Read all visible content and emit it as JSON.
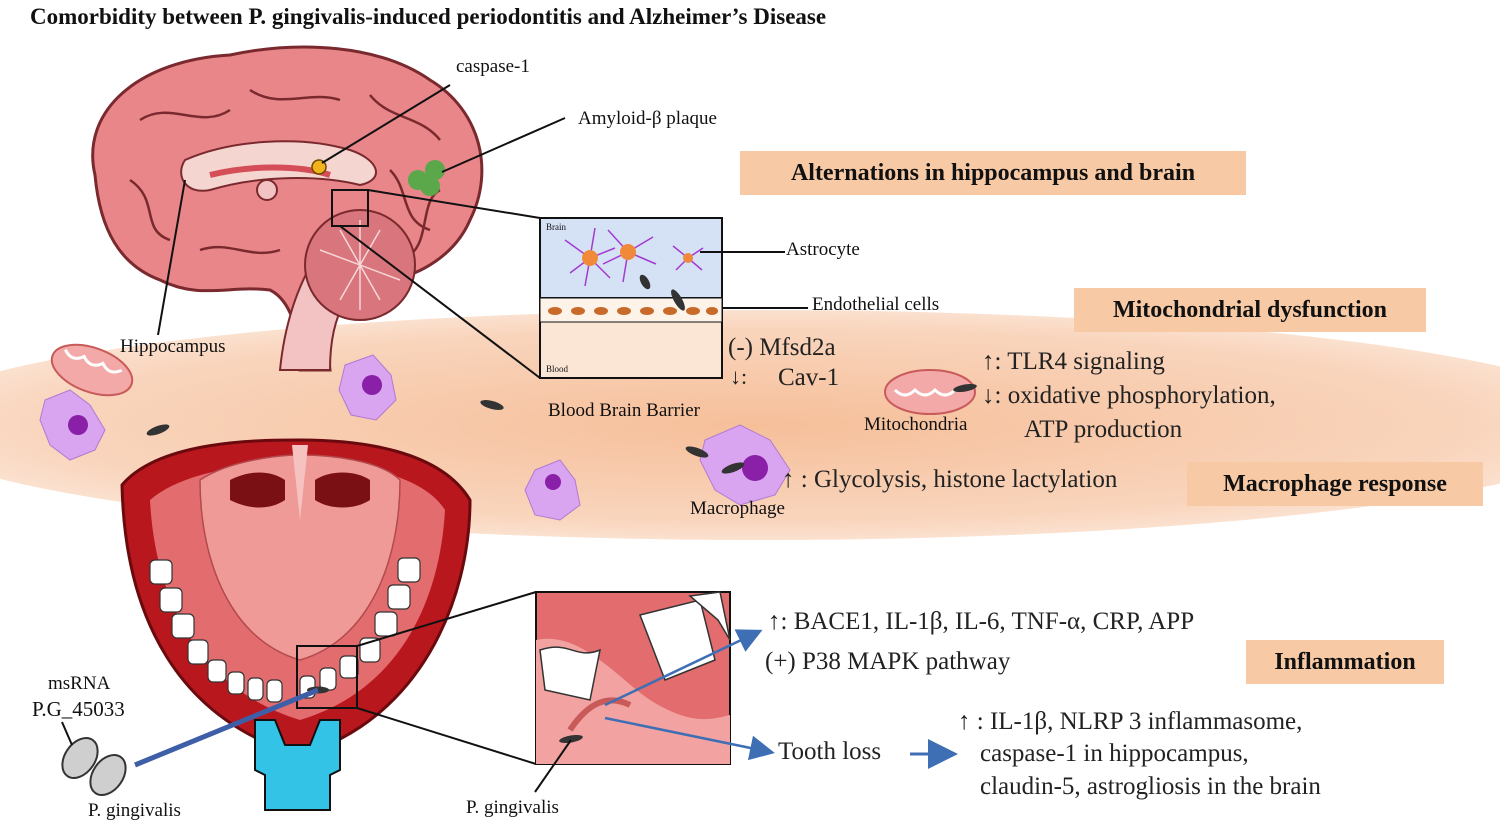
{
  "title": "Comorbidity between P. gingivalis-induced periodontitis and Alzheimer’s Disease",
  "labels": {
    "caspase": "caspase-1",
    "amyloid": "Amyloid-β plaque",
    "hippocampus": "Hippocampus",
    "astrocyte": "Astrocyte",
    "endothelial": "Endothelial cells",
    "bbb": "Blood Brain Barrier",
    "bbb_brain": "Brain",
    "bbb_blood": "Blood",
    "mitochondria": "Mitochondria",
    "macrophage": "Macrophage",
    "msrna": "msRNA",
    "pg_id": "P.G_45033",
    "pg_left": "P. gingivalis",
    "pg_right": "P. gingivalis",
    "tooth_loss": "Tooth loss"
  },
  "boxes": {
    "hippocampus_brain": "Alternations in hippocampus and brain",
    "mito": "Mitochondrial dysfunction",
    "macro": "Macrophage response",
    "inflam": "Inflammation"
  },
  "text": {
    "mfsd2a": "(-) Mfsd2a",
    "cav1_arrow": "↓:",
    "cav1": "Cav-1",
    "tlr4": "↑: TLR4 signaling",
    "oxphos": "↓: oxidative phosphorylation,",
    "atp": "ATP production",
    "glyco": "↑ : Glycolysis, histone lactylation",
    "bace": "↑: BACE1, IL-1β, IL-6, TNF-α, CRP, APP",
    "p38": "(+) P38 MAPK pathway",
    "il1b": "↑ : IL-1β, NLRP 3 inflammasome,",
    "casp_hip": "caspase-1 in hippocampus,",
    "claudin": "claudin-5, astrogliosis in the brain"
  },
  "colors": {
    "band": "#f6c9a8",
    "box": "#f7c9a4",
    "brain": "#e8868a",
    "mouth": "#b8171d",
    "macrophage": "#d9a4f0",
    "nucleus": "#8a1fa8",
    "arrow": "#3e6fb5"
  }
}
